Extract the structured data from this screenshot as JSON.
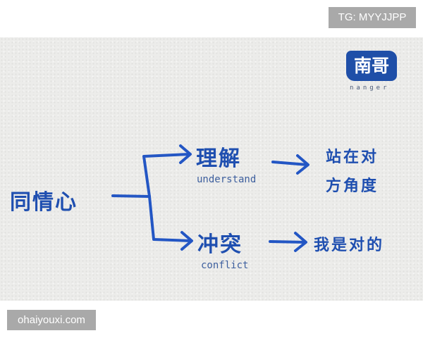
{
  "watermark_top": "TG: MYYJJPP",
  "watermark_bottom": "ohaiyouxi.com",
  "logo": {
    "mark": "南哥",
    "sub": "nanger"
  },
  "diagram": {
    "root": "同情心",
    "branches": [
      {
        "label": "理解",
        "sublabel": "understand",
        "result_line1": "站在对",
        "result_line2": "方角度"
      },
      {
        "label": "冲突",
        "sublabel": "conflict",
        "result_line1": "我是对的"
      }
    ]
  },
  "colors": {
    "ink": "#1f4fb0",
    "paper": "#ececea",
    "badge": "#a9a9a9",
    "logo": "#1f4fa8"
  }
}
